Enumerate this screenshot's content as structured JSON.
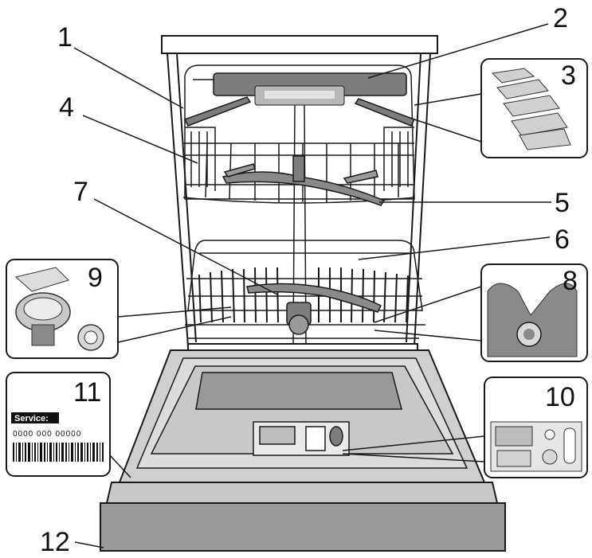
{
  "callouts": {
    "c1": "1",
    "c2": "2",
    "c3": "3",
    "c4": "4",
    "c5": "5",
    "c6": "6",
    "c7": "7",
    "c8": "8",
    "c9": "9",
    "c10": "10",
    "c11": "11",
    "c12": "12"
  },
  "rating_label": {
    "service": "Service:",
    "code": "0000 000 00000"
  },
  "colors": {
    "line": "#1a1a1a",
    "door": "#c8c8c8",
    "door_dark": "#8a8a8a",
    "panel": "#9a9a9a",
    "part": "#7d7d7d"
  }
}
